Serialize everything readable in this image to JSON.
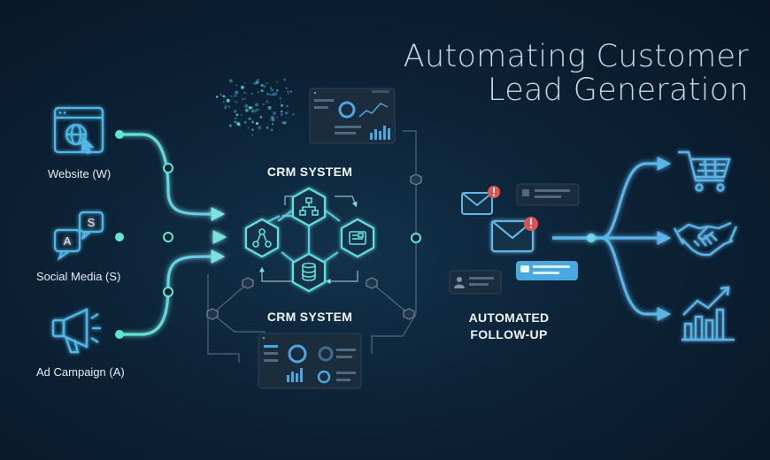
{
  "title": {
    "line1": "Automating Customer",
    "line2": "Lead Generation"
  },
  "sources": [
    {
      "label": "Website (W)",
      "icon": "globe-cursor-icon"
    },
    {
      "label": "Social Media (S)",
      "icon": "chat-bubbles-icon"
    },
    {
      "label": "Ad Campaign (A)",
      "icon": "megaphone-icon"
    }
  ],
  "crm": {
    "top_label": "CRM SYSTEM",
    "bottom_label": "CRM SYSTEM"
  },
  "followup": {
    "line1": "AUTOMATED",
    "line2": "FOLLOW-UP"
  },
  "bubble_letters": {
    "a": "A",
    "s": "S"
  },
  "outputs": [
    {
      "icon": "shopping-cart-icon"
    },
    {
      "icon": "handshake-icon"
    },
    {
      "icon": "growth-chart-icon"
    }
  ],
  "colors": {
    "background": "#0c2236",
    "flow": "#5fe8d0",
    "accent_blue": "#4aa8e0",
    "alert": "#e0514f",
    "panel": "#1b2c3c"
  }
}
